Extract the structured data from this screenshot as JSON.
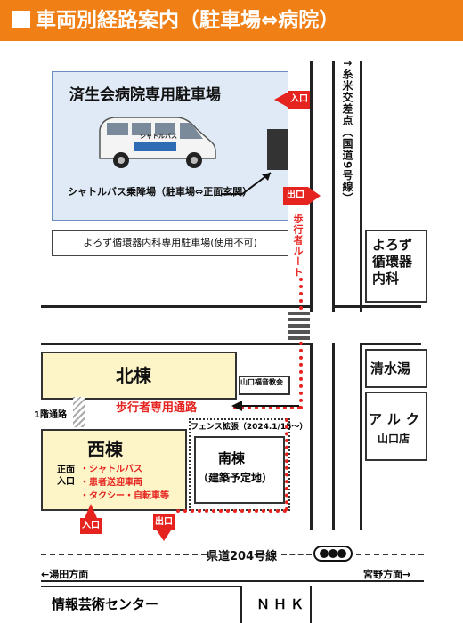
{
  "header": {
    "title": "車両別経路案内（駐車場⇔病院）"
  },
  "parking": {
    "title": "済生会病院専用駐車場",
    "shuttle_stop": "シャトルバス乗降場（駐車場⇔正面玄関）",
    "van_text": "シャトルバス",
    "cardiology_note": "よろず循環器内科専用駐車場(使用不可)"
  },
  "gates": {
    "entrance": "入口",
    "exit": "出口"
  },
  "pedestrian": {
    "route_vertical": "歩行者ルート",
    "path_label": "歩行者専用通路"
  },
  "roads": {
    "north_label": "↑糸米交差点（国道9号線）",
    "prefectural": "県道204号線",
    "left_direction": "←湯田方面",
    "right_direction": "宮野方面→"
  },
  "buildings": {
    "north": "北棟",
    "west": "西棟",
    "south": "南棟",
    "south_sub": "（建築予定地）",
    "first_floor_passage": "1階通路",
    "front_entrance": "正面\n入口",
    "church": "山口福音教会",
    "fence": "フェンス拡張（2024.1/15〜）"
  },
  "entrance_list": [
    "・シャトルバス",
    "・患者送迎車両",
    "・タクシー・自転車等"
  ],
  "neighbors": {
    "yorozu": "よろず\n循環器\n内科",
    "shimizu": "清水湯",
    "aruku": "アルク",
    "aruku_sub": "山口店",
    "jouhou": "情報芸術センター",
    "nhk": "ＮＨＫ"
  }
}
